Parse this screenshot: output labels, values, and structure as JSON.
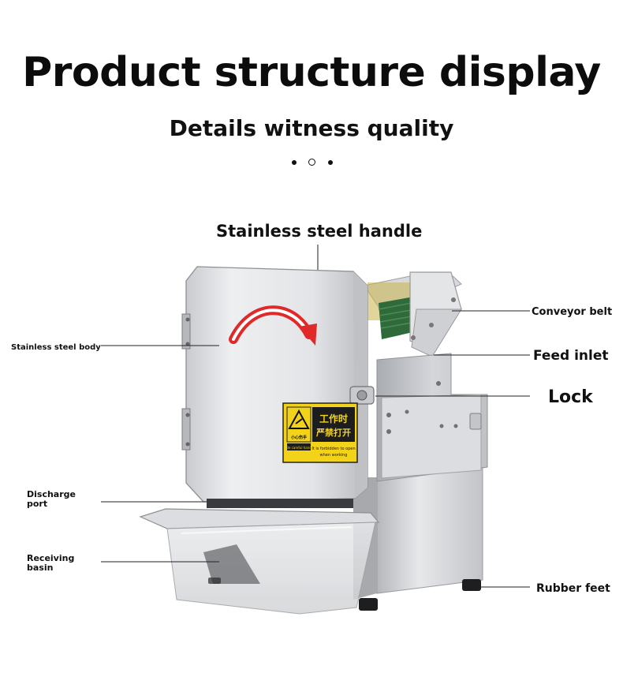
{
  "header": {
    "title": "Product structure display",
    "subtitle": "Details witness quality"
  },
  "labels": {
    "handle": "Stainless steel handle",
    "conveyor": "Conveyor belt",
    "feed_inlet": "Feed inlet",
    "lock": "Lock",
    "body": "Stainless steel body",
    "discharge": "Discharge port",
    "basin": "Receiving basin",
    "feet": "Rubber feet"
  },
  "warning_sticker": {
    "cn_line1": "工作时",
    "cn_line2": "严禁打开",
    "cn_small": "小心伤手",
    "en_small": "Be careful hand",
    "en_line1": "It is forbidden to open",
    "en_line2": "when working"
  },
  "colors": {
    "steel": "#dcdde0",
    "arrow_red": "#e02a2a",
    "sticker_yellow": "#f3d21a",
    "belt_green": "#2f6b3a"
  }
}
